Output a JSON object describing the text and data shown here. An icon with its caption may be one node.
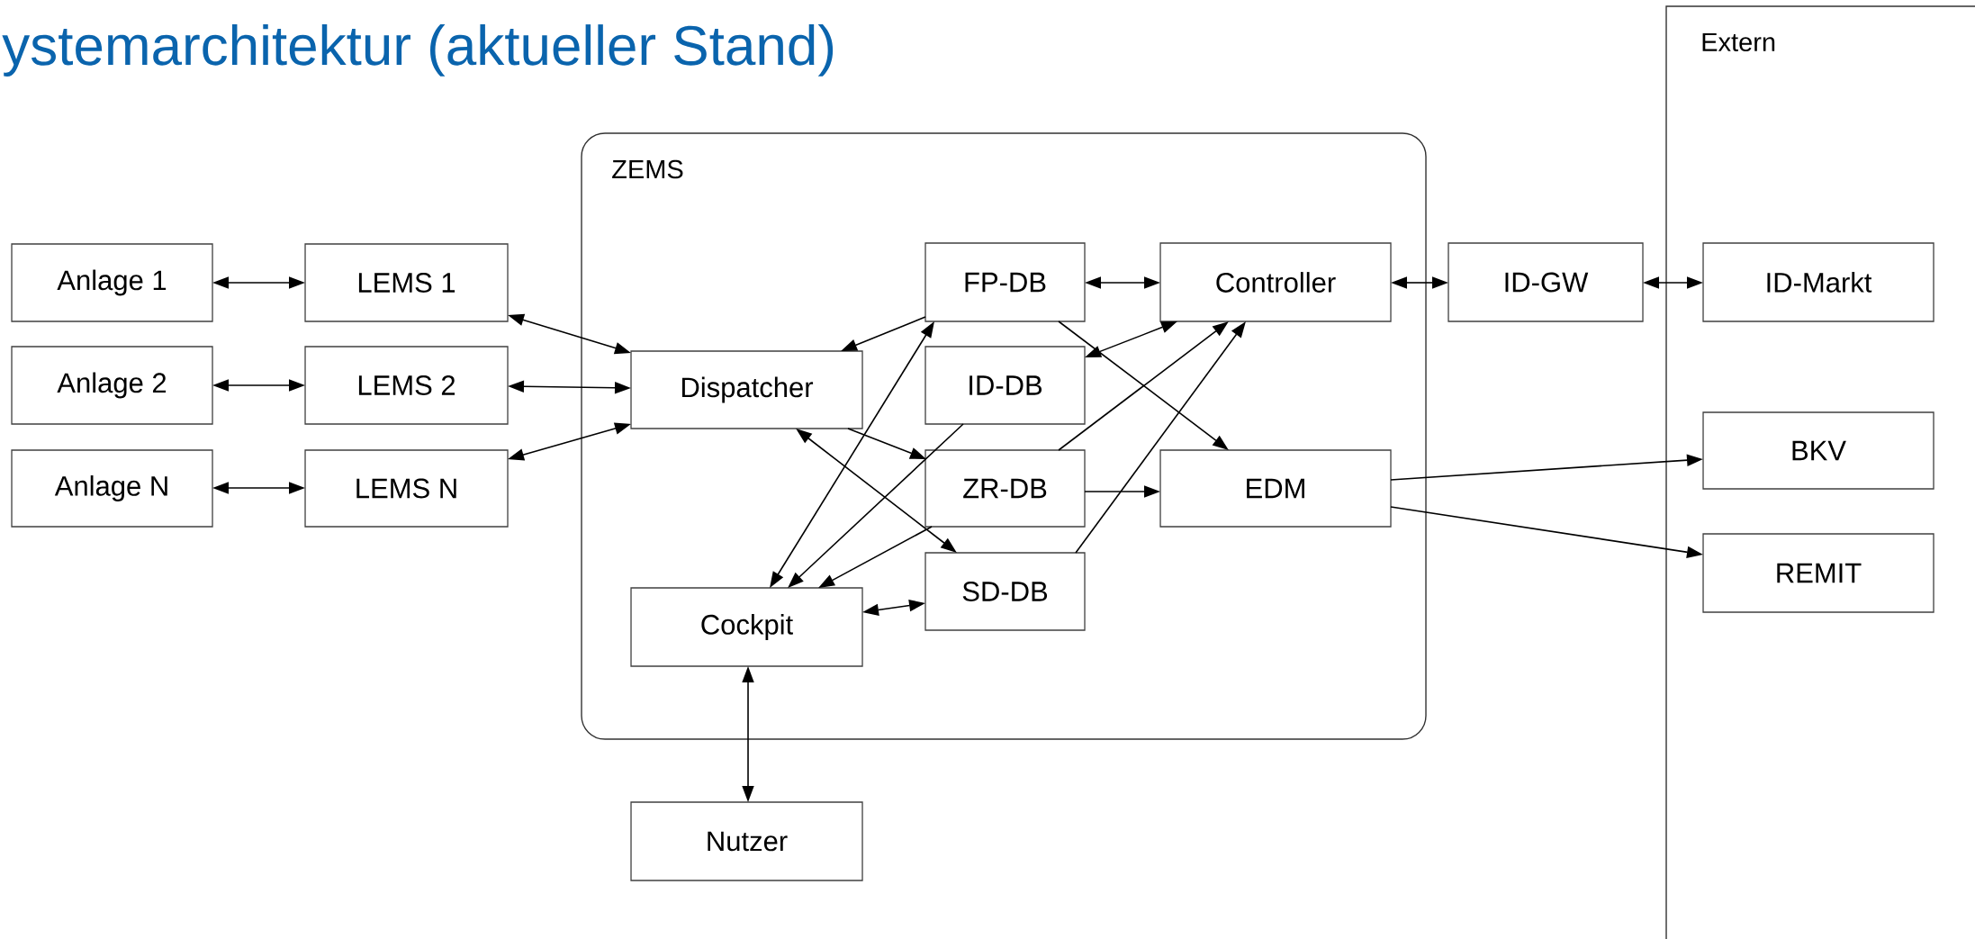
{
  "diagram": {
    "title": "ystemarchitektur (aktueller Stand)",
    "nodes": [
      {
        "text": [
          "Anlage 1"
        ]
      },
      {
        "text": [
          "Anlage 2"
        ]
      },
      {
        "text": [
          "Anlage N"
        ]
      },
      {
        "text": [
          "LEMS 1"
        ]
      },
      {
        "text": [
          "LEMS 2"
        ]
      },
      {
        "text": [
          "LEMS N"
        ]
      },
      {
        "text": [
          "ZEMS"
        ]
      },
      {
        "text": [
          "Dispatcher"
        ],
        "in": 6
      },
      {
        "text": [
          "FP-DB"
        ],
        "in": 6
      },
      {
        "text": [
          "ID-DB"
        ],
        "in": 6
      },
      {
        "text": [
          "ZR-DB"
        ],
        "in": 6
      },
      {
        "text": [
          "SD-DB"
        ],
        "in": 6
      },
      {
        "text": [
          "Controller"
        ],
        "in": 6
      },
      {
        "text": [
          "EDM"
        ],
        "in": 6
      },
      {
        "text": [
          "Cockpit"
        ],
        "in": 6
      },
      {
        "text": [
          "Nutzer"
        ]
      },
      {
        "text": [
          "ID-GW"
        ]
      },
      {
        "text": [
          "Extern"
        ]
      },
      {
        "text": [
          "ID-Markt"
        ],
        "in": 17
      },
      {
        "text": [
          "BKV"
        ],
        "in": 17
      },
      {
        "text": [
          "REMIT"
        ],
        "in": 17
      }
    ],
    "edges": [
      {
        "from": 0,
        "to": 3,
        "arrow": "both"
      },
      {
        "from": 1,
        "to": 4,
        "arrow": "both"
      },
      {
        "from": 2,
        "to": 5,
        "arrow": "both"
      },
      {
        "from": 3,
        "to": 7,
        "arrow": "both"
      },
      {
        "from": 4,
        "to": 7,
        "arrow": "both"
      },
      {
        "from": 5,
        "to": 7,
        "arrow": "both"
      },
      {
        "from": 8,
        "to": 7,
        "arrow": "to"
      },
      {
        "from": 7,
        "to": 10,
        "arrow": "to"
      },
      {
        "from": 7,
        "to": 11,
        "arrow": "both"
      },
      {
        "from": 14,
        "to": 8,
        "arrow": "both"
      },
      {
        "from": 9,
        "to": 14,
        "arrow": "to"
      },
      {
        "from": 10,
        "to": 14,
        "arrow": "to"
      },
      {
        "from": 14,
        "to": 11,
        "arrow": "both"
      },
      {
        "from": 8,
        "to": 12,
        "arrow": "both"
      },
      {
        "from": 9,
        "to": 12,
        "arrow": "both"
      },
      {
        "from": 10,
        "to": 12,
        "arrow": "to"
      },
      {
        "from": 11,
        "to": 12,
        "arrow": "to"
      },
      {
        "from": 8,
        "to": 13,
        "arrow": "to"
      },
      {
        "from": 10,
        "to": 13,
        "arrow": "to"
      },
      {
        "from": 12,
        "to": 16,
        "arrow": "both"
      },
      {
        "from": 16,
        "to": 18,
        "arrow": "both"
      },
      {
        "from": 13,
        "to": 19,
        "arrow": "to"
      },
      {
        "from": 13,
        "to": 20,
        "arrow": "to"
      },
      {
        "from": 14,
        "to": 15,
        "arrow": "both"
      }
    ]
  }
}
